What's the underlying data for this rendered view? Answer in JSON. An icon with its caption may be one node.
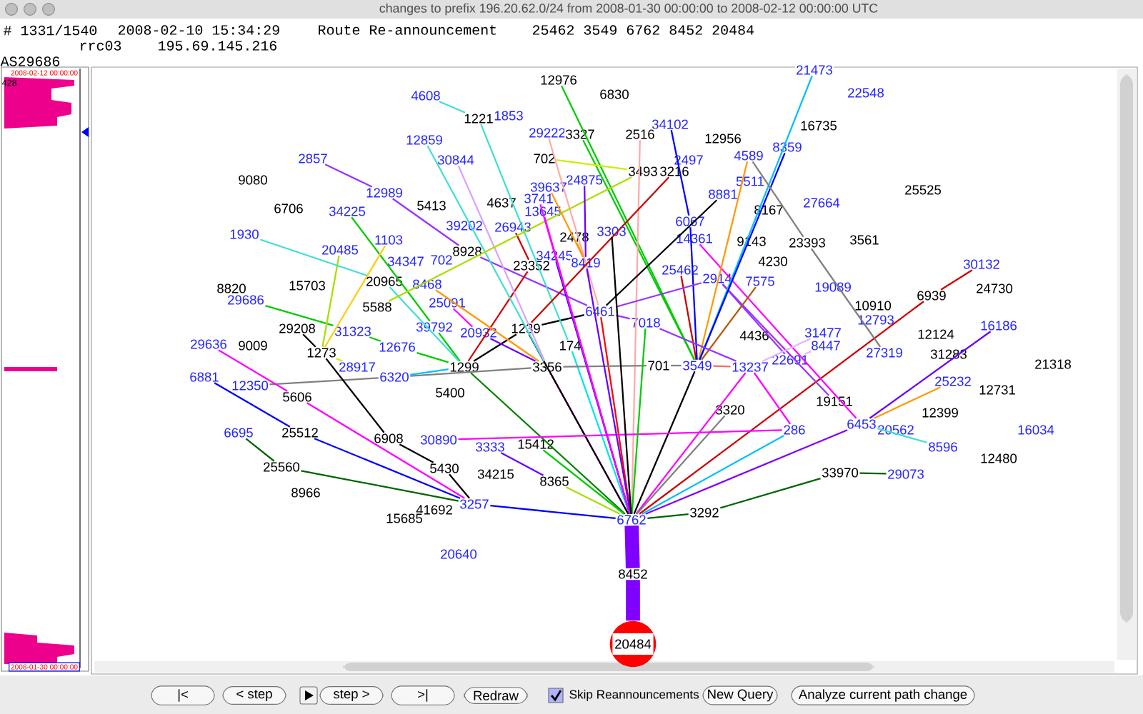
{
  "diagram": {
    "title": "changes to prefix 196.20.62.0/24 from 2008-01-30 00:00:00 to 2008-02-12 00:00:00 UTC",
    "nodes": [
      {
        "text": [
          "21473"
        ]
      },
      {
        "text": [
          "12976"
        ]
      },
      {
        "text": [
          "22548"
        ]
      },
      {
        "text": [
          "6830"
        ]
      },
      {
        "text": [
          "4608"
        ]
      },
      {
        "text": [
          "1853"
        ]
      },
      {
        "text": [
          "1221"
        ]
      },
      {
        "text": [
          "34102"
        ]
      },
      {
        "text": [
          "16735"
        ]
      },
      {
        "text": [
          "29222"
        ]
      },
      {
        "text": [
          "3327"
        ]
      },
      {
        "text": [
          "2516"
        ]
      },
      {
        "text": [
          "12956"
        ]
      },
      {
        "text": [
          "12859"
        ]
      },
      {
        "text": [
          "8359"
        ]
      },
      {
        "text": [
          "4589"
        ]
      },
      {
        "text": [
          "2857"
        ]
      },
      {
        "text": [
          "702"
        ]
      },
      {
        "text": [
          "30844"
        ]
      },
      {
        "text": [
          "2497"
        ]
      },
      {
        "text": [
          "3493"
        ]
      },
      {
        "text": [
          "3216"
        ]
      },
      {
        "text": [
          "24875"
        ]
      },
      {
        "text": [
          "9080"
        ]
      },
      {
        "text": [
          "5511"
        ]
      },
      {
        "text": [
          "39637"
        ]
      },
      {
        "text": [
          "3741"
        ]
      },
      {
        "text": [
          "25525"
        ]
      },
      {
        "text": [
          "12989"
        ]
      },
      {
        "text": [
          "8881"
        ]
      },
      {
        "text": [
          "4637"
        ]
      },
      {
        "text": [
          "27664"
        ]
      },
      {
        "text": [
          "5413"
        ]
      },
      {
        "text": [
          "6706"
        ]
      },
      {
        "text": [
          "8167"
        ]
      },
      {
        "text": [
          "34225"
        ]
      },
      {
        "text": [
          "13645"
        ]
      },
      {
        "text": [
          "6067"
        ]
      },
      {
        "text": [
          "39202"
        ]
      },
      {
        "text": [
          "26943"
        ]
      },
      {
        "text": [
          "3303"
        ]
      },
      {
        "text": [
          "1930"
        ]
      },
      {
        "text": [
          "2478"
        ]
      },
      {
        "text": [
          "14361"
        ]
      },
      {
        "text": [
          "1103"
        ]
      },
      {
        "text": [
          "3561"
        ]
      },
      {
        "text": [
          "9143"
        ]
      },
      {
        "text": [
          "23393"
        ]
      },
      {
        "text": [
          "20485"
        ]
      },
      {
        "text": [
          "8928"
        ]
      },
      {
        "text": [
          "34245"
        ]
      },
      {
        "text": [
          "34347"
        ]
      },
      {
        "text": [
          "702"
        ]
      },
      {
        "text": [
          "4230"
        ]
      },
      {
        "text": [
          "8419"
        ]
      },
      {
        "text": [
          "30132"
        ]
      },
      {
        "text": [
          "25462"
        ]
      },
      {
        "text": [
          "23352"
        ]
      },
      {
        "text": [
          "2914"
        ]
      },
      {
        "text": [
          "7575"
        ]
      },
      {
        "text": [
          "20965"
        ]
      },
      {
        "text": [
          "8468"
        ]
      },
      {
        "text": [
          "15703"
        ]
      },
      {
        "text": [
          "19089"
        ]
      },
      {
        "text": [
          "24730"
        ]
      },
      {
        "text": [
          "8820"
        ]
      },
      {
        "text": [
          "6939"
        ]
      },
      {
        "text": [
          "29686"
        ]
      },
      {
        "text": [
          "25091"
        ]
      },
      {
        "text": [
          "10910"
        ]
      },
      {
        "text": [
          "5588"
        ]
      },
      {
        "text": [
          "6461"
        ]
      },
      {
        "text": [
          "12793"
        ]
      },
      {
        "text": [
          "7018"
        ]
      },
      {
        "text": [
          "16186"
        ]
      },
      {
        "text": [
          "39792"
        ]
      },
      {
        "text": [
          "1239"
        ]
      },
      {
        "text": [
          "29208"
        ]
      },
      {
        "text": [
          "31323"
        ]
      },
      {
        "text": [
          "20932"
        ]
      },
      {
        "text": [
          "31477"
        ]
      },
      {
        "text": [
          "12124"
        ]
      },
      {
        "text": [
          "4436"
        ]
      },
      {
        "text": [
          "29636"
        ]
      },
      {
        "text": [
          "9009"
        ]
      },
      {
        "text": [
          "8447"
        ]
      },
      {
        "text": [
          "174"
        ]
      },
      {
        "text": [
          "12676"
        ]
      },
      {
        "text": [
          "1273"
        ]
      },
      {
        "text": [
          "27319"
        ]
      },
      {
        "text": [
          "31283"
        ]
      },
      {
        "text": [
          "22691"
        ]
      },
      {
        "text": [
          "21318"
        ]
      },
      {
        "text": [
          "701"
        ]
      },
      {
        "text": [
          "3549"
        ]
      },
      {
        "text": [
          "1299"
        ]
      },
      {
        "text": [
          "3356"
        ]
      },
      {
        "text": [
          "13237"
        ]
      },
      {
        "text": [
          "28917"
        ]
      },
      {
        "text": [
          "6881"
        ]
      },
      {
        "text": [
          "6320"
        ]
      },
      {
        "text": [
          "25232"
        ]
      },
      {
        "text": [
          "12350"
        ]
      },
      {
        "text": [
          "12731"
        ]
      },
      {
        "text": [
          "5400"
        ]
      },
      {
        "text": [
          "5606"
        ]
      },
      {
        "text": [
          "19151"
        ]
      },
      {
        "text": [
          "3320"
        ]
      },
      {
        "text": [
          "12399"
        ]
      },
      {
        "text": [
          "6453"
        ]
      },
      {
        "text": [
          "286"
        ]
      },
      {
        "text": [
          "20562"
        ]
      },
      {
        "text": [
          "16034"
        ]
      },
      {
        "text": [
          "6695"
        ]
      },
      {
        "text": [
          "25512"
        ]
      },
      {
        "text": [
          "6908"
        ]
      },
      {
        "text": [
          "30890"
        ]
      },
      {
        "text": [
          "15412"
        ]
      },
      {
        "text": [
          "3333"
        ]
      },
      {
        "text": [
          "8596"
        ]
      },
      {
        "text": [
          "12480"
        ]
      },
      {
        "text": [
          "25560"
        ]
      },
      {
        "text": [
          "5430"
        ]
      },
      {
        "text": [
          "33970"
        ]
      },
      {
        "text": [
          "29073"
        ]
      },
      {
        "text": [
          "34215"
        ]
      },
      {
        "text": [
          "8365"
        ]
      },
      {
        "text": [
          "8966"
        ]
      },
      {
        "text": [
          "3257"
        ]
      },
      {
        "text": [
          "41692"
        ]
      },
      {
        "text": [
          "3292"
        ]
      },
      {
        "text": [
          "15685"
        ]
      },
      {
        "text": [
          "6762"
        ]
      },
      {
        "text": [
          "20640"
        ]
      },
      {
        "text": [
          "8452"
        ]
      },
      {
        "text": [
          "20484"
        ]
      }
    ],
    "edges": [
      {
        "from": 135,
        "to": 134,
        "arrow": "none",
        "style": "thick",
        "color": "#8000ff"
      },
      {
        "from": 134,
        "to": 132,
        "arrow": "none",
        "style": "thick",
        "color": "#8000ff"
      },
      {
        "from": 94,
        "to": 132,
        "arrow": "none",
        "color": "#000000"
      },
      {
        "from": 96,
        "to": 132,
        "arrow": "none",
        "color": "#ff00ff"
      },
      {
        "from": 95,
        "to": 132,
        "arrow": "none",
        "color": "#008000"
      },
      {
        "from": 128,
        "to": 132,
        "arrow": "none",
        "color": "#0000ff"
      },
      {
        "from": 109,
        "to": 132,
        "arrow": "none",
        "color": "#7f00ff"
      },
      {
        "from": 110,
        "to": 132,
        "arrow": "none",
        "color": "#00bfff"
      },
      {
        "from": 130,
        "to": 132,
        "arrow": "none",
        "color": "#006400"
      },
      {
        "from": 86,
        "to": 132,
        "arrow": "none",
        "color": "#00e5e5"
      },
      {
        "from": 76,
        "to": 132,
        "arrow": "none",
        "color": "#000000"
      },
      {
        "from": 117,
        "to": 132,
        "arrow": "none",
        "color": "#00cc00"
      },
      {
        "from": 126,
        "to": 132,
        "arrow": "none",
        "color": "#aadd00"
      },
      {
        "from": 71,
        "to": 132,
        "arrow": "none",
        "color": "#ff0000"
      },
      {
        "from": 97,
        "to": 132,
        "arrow": "none",
        "color": "#ff00ff"
      },
      {
        "from": 107,
        "to": 132,
        "arrow": "none",
        "color": "#808080"
      },
      {
        "from": 66,
        "to": 132,
        "arrow": "none",
        "color": "#cc0000"
      },
      {
        "from": 55,
        "to": 66,
        "arrow": "none",
        "color": "#cc0000"
      },
      {
        "from": 123,
        "to": 130,
        "arrow": "none",
        "color": "#006400"
      },
      {
        "from": 124,
        "to": 123,
        "arrow": "none",
        "color": "#006400"
      },
      {
        "from": 101,
        "to": 109,
        "arrow": "none",
        "color": "#ff9900"
      },
      {
        "from": 74,
        "to": 109,
        "arrow": "none",
        "color": "#6600ff"
      },
      {
        "from": 119,
        "to": 109,
        "arrow": "none",
        "color": "#40e0d0"
      },
      {
        "from": 43,
        "to": 109,
        "arrow": "none",
        "color": "#ff00ff"
      },
      {
        "from": 58,
        "to": 106,
        "arrow": "none",
        "color": "#9933ff"
      },
      {
        "from": 91,
        "to": 58,
        "arrow": "none",
        "color": "#9933ff"
      },
      {
        "from": 56,
        "to": 94,
        "arrow": "none",
        "color": "#cc0000"
      },
      {
        "from": 37,
        "to": 94,
        "arrow": "none",
        "color": "#0000ff"
      },
      {
        "from": 7,
        "to": 37,
        "arrow": "none",
        "color": "#0000ff"
      },
      {
        "from": 15,
        "to": 94,
        "arrow": "none",
        "color": "#ff9900"
      },
      {
        "from": 0,
        "to": 94,
        "arrow": "none",
        "color": "#00bfff"
      },
      {
        "from": 14,
        "to": 94,
        "arrow": "none",
        "color": "#0000ff"
      },
      {
        "from": 59,
        "to": 94,
        "arrow": "none",
        "color": "#b35900"
      },
      {
        "from": 93,
        "to": 94,
        "arrow": "none",
        "color": "#808080"
      },
      {
        "from": 94,
        "to": 97,
        "arrow": "none",
        "color": "#ff6666"
      },
      {
        "from": 80,
        "to": 97,
        "arrow": "none",
        "color": "#e6b3ff"
      },
      {
        "from": 1,
        "to": 94,
        "arrow": "none",
        "color": "#00cc00"
      },
      {
        "from": 10,
        "to": 94,
        "arrow": "none",
        "color": "#00cc00"
      },
      {
        "from": 11,
        "to": 132,
        "arrow": "none",
        "color": "#ffaaaa"
      },
      {
        "from": 15,
        "to": 47,
        "arrow": "none",
        "color": "#808080"
      },
      {
        "from": 47,
        "to": 89,
        "arrow": "none",
        "color": "#808080"
      },
      {
        "from": 102,
        "to": 100,
        "arrow": "none",
        "color": "#808080"
      },
      {
        "from": 100,
        "to": 96,
        "arrow": "none",
        "color": "#808080"
      },
      {
        "from": 96,
        "to": 93,
        "arrow": "none",
        "color": "#808080"
      },
      {
        "from": 83,
        "to": 105,
        "arrow": "none",
        "color": "#ff00ff"
      },
      {
        "from": 105,
        "to": 128,
        "arrow": "none",
        "color": "#ff00ff"
      },
      {
        "from": 99,
        "to": 114,
        "arrow": "none",
        "color": "#0000ff"
      },
      {
        "from": 114,
        "to": 128,
        "arrow": "none",
        "color": "#0000ff"
      },
      {
        "from": 113,
        "to": 121,
        "arrow": "none",
        "color": "#006400"
      },
      {
        "from": 121,
        "to": 128,
        "arrow": "none",
        "color": "#006400"
      },
      {
        "from": 77,
        "to": 88,
        "arrow": "none",
        "color": "#000000"
      },
      {
        "from": 88,
        "to": 115,
        "arrow": "none",
        "color": "#000000"
      },
      {
        "from": 115,
        "to": 122,
        "arrow": "none",
        "color": "#000000"
      },
      {
        "from": 122,
        "to": 128,
        "arrow": "none",
        "color": "#000000"
      },
      {
        "from": 116,
        "to": 110,
        "arrow": "none",
        "color": "#ff00ff"
      },
      {
        "from": 118,
        "to": 126,
        "arrow": "none",
        "color": "#6600ff"
      },
      {
        "from": 67,
        "to": 78,
        "arrow": "none",
        "color": "#00cc00"
      },
      {
        "from": 78,
        "to": 87,
        "arrow": "none",
        "color": "#00cc00"
      },
      {
        "from": 87,
        "to": 95,
        "arrow": "none",
        "color": "#00cc00"
      },
      {
        "from": 35,
        "to": 75,
        "arrow": "none",
        "color": "#00cc00"
      },
      {
        "from": 75,
        "to": 95,
        "arrow": "none",
        "color": "#00cc00"
      },
      {
        "from": 100,
        "to": 95,
        "arrow": "none",
        "color": "#00bfff"
      },
      {
        "from": 95,
        "to": 76,
        "arrow": "none",
        "color": "#000000"
      },
      {
        "from": 76,
        "to": 71,
        "arrow": "none",
        "color": "#000000"
      },
      {
        "from": 71,
        "to": 29,
        "arrow": "none",
        "color": "#000000"
      },
      {
        "from": 16,
        "to": 28,
        "arrow": "none",
        "color": "#9933ff"
      },
      {
        "from": 28,
        "to": 49,
        "arrow": "none",
        "color": "#9933ff"
      },
      {
        "from": 49,
        "to": 71,
        "arrow": "none",
        "color": "#9933ff"
      },
      {
        "from": 39,
        "to": 57,
        "arrow": "none",
        "color": "#cc0000"
      },
      {
        "from": 57,
        "to": 95,
        "arrow": "none",
        "color": "#cc0000"
      },
      {
        "from": 48,
        "to": 88,
        "arrow": "none",
        "color": "#aadd00"
      },
      {
        "from": 44,
        "to": 88,
        "arrow": "none",
        "color": "#ffcc00"
      },
      {
        "from": 98,
        "to": 88,
        "arrow": "none",
        "color": "#ccee00"
      },
      {
        "from": 41,
        "to": 60,
        "arrow": "none",
        "color": "#40e0d0"
      },
      {
        "from": 60,
        "to": 95,
        "arrow": "none",
        "color": "#40e0d0"
      },
      {
        "from": 4,
        "to": 6,
        "arrow": "none",
        "color": "#40e0d0"
      },
      {
        "from": 6,
        "to": 86,
        "arrow": "none",
        "color": "#40e0d0"
      },
      {
        "from": 13,
        "to": 96,
        "arrow": "none",
        "color": "#40e0d0"
      },
      {
        "from": 18,
        "to": 96,
        "arrow": "none",
        "color": "#d9a3ff"
      },
      {
        "from": 9,
        "to": 71,
        "arrow": "none",
        "color": "#ffaaaa"
      },
      {
        "from": 70,
        "to": 20,
        "arrow": "none",
        "color": "#aadd00"
      },
      {
        "from": 17,
        "to": 20,
        "arrow": "none",
        "color": "#ccee00"
      },
      {
        "from": 21,
        "to": 76,
        "arrow": "none",
        "color": "#cc0000"
      },
      {
        "from": 68,
        "to": 79,
        "arrow": "none",
        "color": "#ff00ff"
      },
      {
        "from": 79,
        "to": 96,
        "arrow": "none",
        "color": "#6600ff"
      },
      {
        "from": 61,
        "to": 96,
        "arrow": "none",
        "color": "#ff9900"
      },
      {
        "from": 73,
        "to": 132,
        "arrow": "none",
        "color": "#00cc00"
      },
      {
        "from": 71,
        "to": 58,
        "arrow": "none",
        "color": "#9933ff"
      },
      {
        "from": 71,
        "to": 73,
        "arrow": "none",
        "color": "#9933ff"
      },
      {
        "from": 73,
        "to": 97,
        "arrow": "none",
        "color": "#9933ff"
      },
      {
        "from": 36,
        "to": 132,
        "arrow": "none",
        "color": "#ff00ff"
      },
      {
        "from": 54,
        "to": 132,
        "arrow": "none",
        "color": "#6600ff"
      },
      {
        "from": 50,
        "to": 132,
        "arrow": "none",
        "color": "#0000ff"
      },
      {
        "from": 22,
        "to": 54,
        "arrow": "none",
        "color": "#6600ff"
      },
      {
        "from": 26,
        "to": 132,
        "arrow": "none",
        "color": "#ff00ff"
      },
      {
        "from": 25,
        "to": 54,
        "arrow": "none",
        "color": "#ff9900"
      },
      {
        "from": 40,
        "to": 132,
        "arrow": "none",
        "color": "#000000"
      },
      {
        "from": 42,
        "to": 54,
        "arrow": "none",
        "color": "#ff9900"
      },
      {
        "from": 85,
        "to": 91,
        "arrow": "none",
        "color": "#e6b3ff"
      },
      {
        "from": 97,
        "to": 110,
        "arrow": "none",
        "color": "#ff00ff"
      }
    ],
    "labels": [
      "# 1331/1540",
      "2008-02-10 15:34:29",
      "Route Re-announcement",
      "25462 3549 6762 8452 20484",
      "rrc03",
      "195.69.145.216",
      "AS29686",
      "2008-02-12 00:00:00",
      "428",
      "2008-01-30 00:00:00",
      "|<",
      "< step",
      "step >",
      ">|",
      "Redraw",
      "Skip Reannouncements",
      "New Query",
      "Analyze current path change"
    ]
  }
}
